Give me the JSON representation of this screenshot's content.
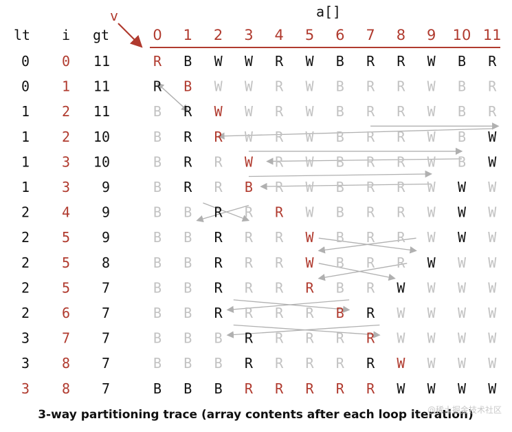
{
  "title": "a[]",
  "v_label": "v",
  "columns": {
    "lt": "lt",
    "i": "i",
    "gt": "gt"
  },
  "indices": [
    "0",
    "1",
    "2",
    "3",
    "4",
    "5",
    "6",
    "7",
    "8",
    "9",
    "10",
    "11"
  ],
  "colors": {
    "red": "#b03a2e",
    "black": "#111111",
    "gray": "#c2c2c2",
    "arrow": "#b0b0b0",
    "rule": "#b03a2e"
  },
  "rows": [
    {
      "lt": "0",
      "i": "0",
      "gt": "11",
      "lt_red": false,
      "cells": "RBWWRWBRRWBR",
      "style": "kkkkkkkkkkkk",
      "red_index": 0
    },
    {
      "lt": "0",
      "i": "1",
      "gt": "11",
      "lt_red": false,
      "cells": "RBWWRWBRRWBR",
      "style": "kkggggggggggk",
      "red_index": 1
    },
    {
      "lt": "1",
      "i": "2",
      "gt": "11",
      "lt_red": false,
      "cells": "BRWWRWBRRWBR",
      "style": "gkkgggggggggk",
      "red_index": 2
    },
    {
      "lt": "1",
      "i": "2",
      "gt": "10",
      "lt_red": false,
      "cells": "BRRWRWBRRWBW",
      "style": "gkkggggggggkg",
      "red_index": 2
    },
    {
      "lt": "1",
      "i": "3",
      "gt": "10",
      "lt_red": false,
      "cells": "BRRWRWBRRWBW",
      "style": "gkgkgggggggkg",
      "red_index": 3
    },
    {
      "lt": "1",
      "i": "3",
      "gt": "9",
      "lt_red": false,
      "cells": "BRRBRWBRRWWW",
      "style": "gkgkggggggkgg",
      "red_index": 3
    },
    {
      "lt": "2",
      "i": "4",
      "gt": "9",
      "lt_red": false,
      "cells": "BBRRRWBRRWWW",
      "style": "ggkgkgggggkgg",
      "red_index": 4
    },
    {
      "lt": "2",
      "i": "5",
      "gt": "9",
      "lt_red": false,
      "cells": "BBRRRWBRRWWW",
      "style": "ggkggkggggkgg",
      "red_index": 5
    },
    {
      "lt": "2",
      "i": "5",
      "gt": "8",
      "lt_red": false,
      "cells": "BBRRRWBRRWWW",
      "style": "ggkggkgggkggg",
      "red_index": 5
    },
    {
      "lt": "2",
      "i": "5",
      "gt": "7",
      "lt_red": false,
      "cells": "BBRRRRBRWWWW",
      "style": "ggkggkggkgggg",
      "red_index": 5
    },
    {
      "lt": "2",
      "i": "6",
      "gt": "7",
      "lt_red": false,
      "cells": "BBRRRRBRWWWW",
      "style": "ggkgggkkgggg",
      "red_index": 6
    },
    {
      "lt": "3",
      "i": "7",
      "gt": "7",
      "lt_red": false,
      "cells": "BBBRRRRRWWWW",
      "style": "gggkgggkgggg",
      "red_index": 7
    },
    {
      "lt": "3",
      "i": "8",
      "gt": "7",
      "lt_red": false,
      "cells": "BBBRRRRRWWWW",
      "style": "gggkgggkkggg",
      "red_index": 8
    },
    {
      "lt": "3",
      "i": "8",
      "gt": "7",
      "lt_red": true,
      "cells": "BBBRRRRRWWWW",
      "style": "kkkrrrrrkkkk",
      "red_index": -1
    }
  ],
  "caption": "3-way partitioning trace (array contents after each loop iteration)",
  "watermark": "@稀土掘金技术社区"
}
